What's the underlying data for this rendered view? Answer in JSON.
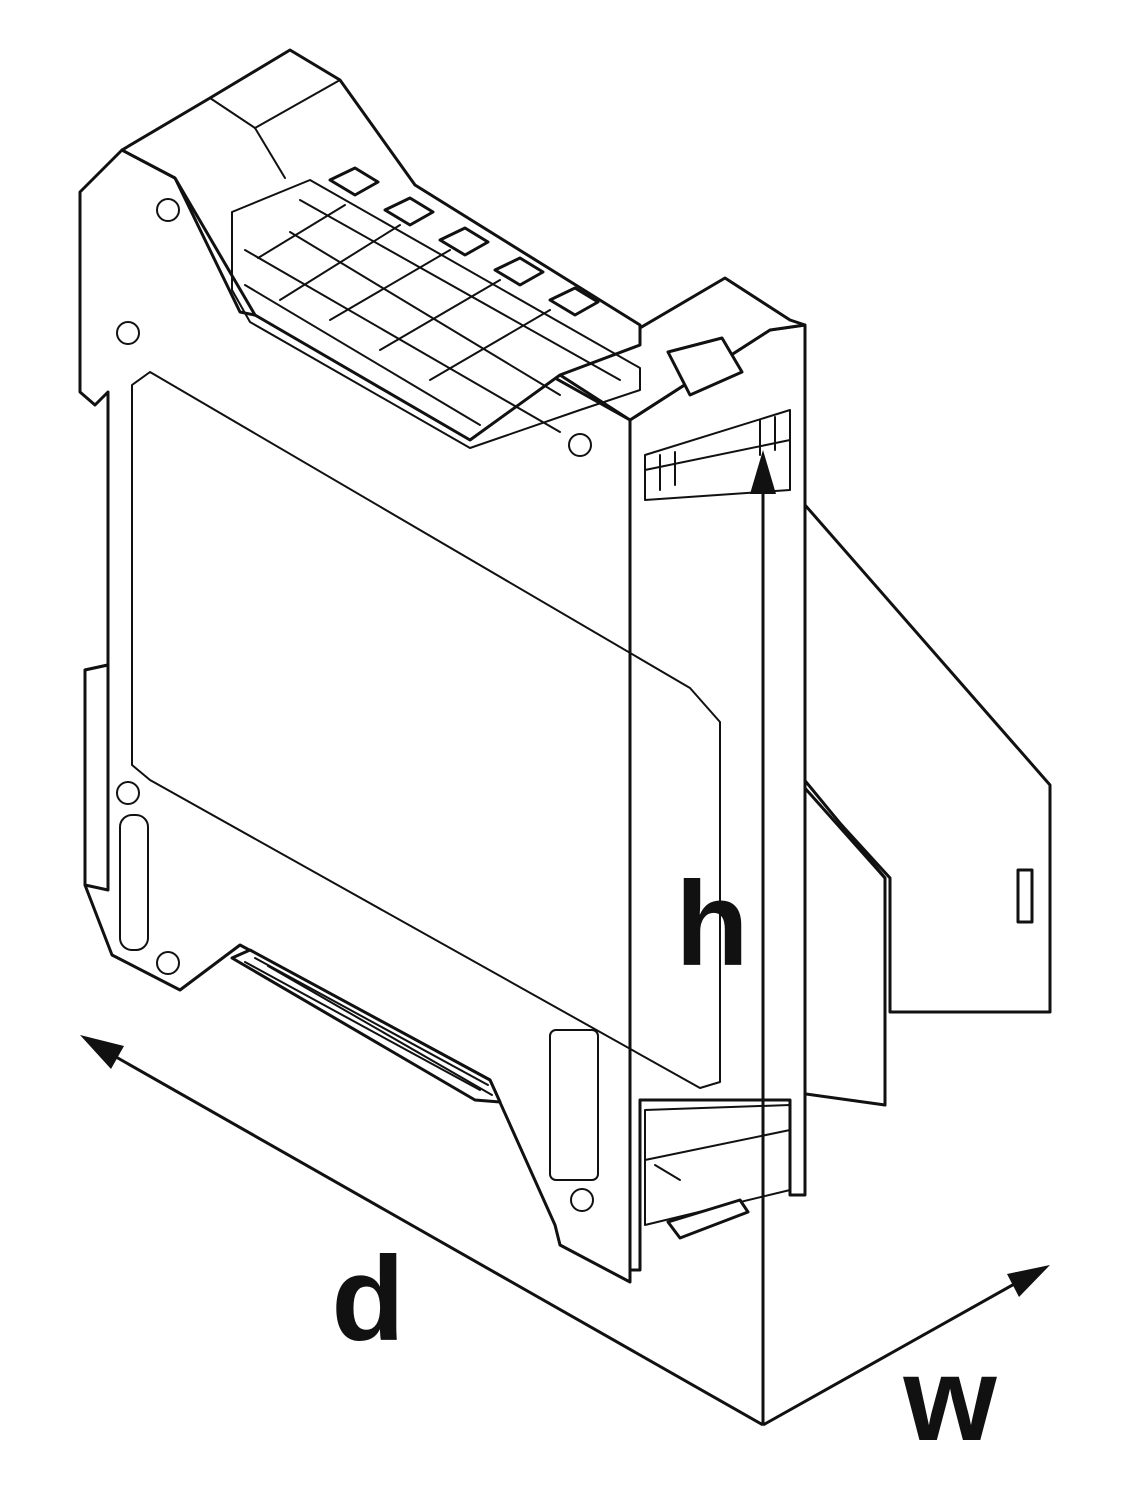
{
  "dimension_labels": {
    "height": "h",
    "depth": "d",
    "width": "w"
  }
}
